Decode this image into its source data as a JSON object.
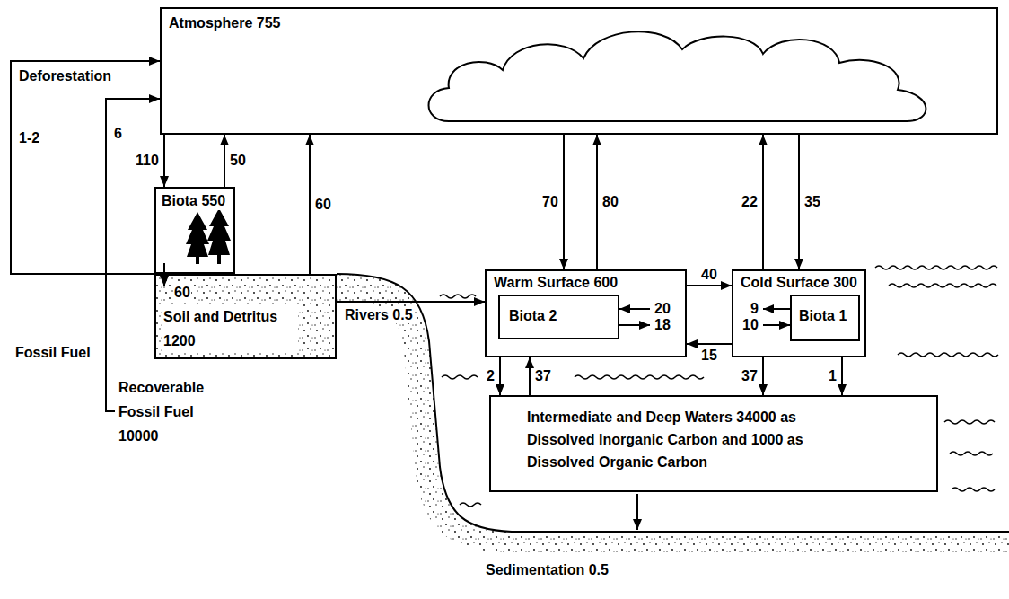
{
  "diagram": {
    "nodes": [
      {
        "text": [
          "Atmosphere 755"
        ]
      },
      {
        "text": [
          "Biota 550"
        ]
      },
      {
        "text": [
          "Soil and Detritus 1200"
        ]
      },
      {
        "text": [
          "Warm Surface 600"
        ]
      },
      {
        "text": [
          "Biota 2"
        ],
        "in": 3
      },
      {
        "text": [
          "Cold Surface 300"
        ]
      },
      {
        "text": [
          "Biota 1"
        ],
        "in": 5
      },
      {
        "text": [
          "Intermediate and Deep Waters 34000 as Dissolved Inorganic Carbon and 1000 as Dissolved Organic Carbon"
        ]
      },
      {
        "text": [
          "Recoverable Fossil Fuel 10000"
        ]
      }
    ],
    "edges": [
      {
        "from": 0,
        "to": 1,
        "arrow": "to",
        "label": "110"
      },
      {
        "from": 1,
        "to": 0,
        "arrow": "to",
        "label": "50"
      },
      {
        "from": 1,
        "to": 2,
        "arrow": "to",
        "label": "60"
      },
      {
        "from": 2,
        "to": 0,
        "arrow": "to",
        "label": "60"
      },
      {
        "from": 2,
        "to": 0,
        "arrow": "to",
        "label": "1-2"
      },
      {
        "from": 8,
        "to": 0,
        "arrow": "to",
        "label": "6"
      },
      {
        "from": 0,
        "to": 3,
        "arrow": "to",
        "label": "70"
      },
      {
        "from": 3,
        "to": 0,
        "arrow": "to",
        "label": "80"
      },
      {
        "from": 5,
        "to": 0,
        "arrow": "to",
        "label": "22"
      },
      {
        "from": 0,
        "to": 5,
        "arrow": "to",
        "label": "35"
      },
      {
        "from": 2,
        "to": 3,
        "arrow": "to",
        "label": "Rivers 0.5"
      },
      {
        "from": 3,
        "to": 5,
        "arrow": "to",
        "label": "40"
      },
      {
        "from": 5,
        "to": 3,
        "arrow": "to",
        "label": "15"
      },
      {
        "from": 3,
        "to": 4,
        "arrow": "to",
        "label": "20"
      },
      {
        "from": 4,
        "to": 3,
        "arrow": "to",
        "label": "18"
      },
      {
        "from": 6,
        "to": 5,
        "arrow": "to",
        "label": "9"
      },
      {
        "from": 5,
        "to": 6,
        "arrow": "to",
        "label": "10"
      },
      {
        "from": 3,
        "to": 7,
        "arrow": "to",
        "label": "2"
      },
      {
        "from": 7,
        "to": 3,
        "arrow": "to",
        "label": "37"
      },
      {
        "from": 5,
        "to": 7,
        "arrow": "to",
        "label": "37"
      },
      {
        "from": 5,
        "to": 7,
        "arrow": "to",
        "label": "1"
      }
    ],
    "labels": [
      "Deforestation",
      "Fossil Fuel",
      "Sedimentation 0.5"
    ]
  }
}
